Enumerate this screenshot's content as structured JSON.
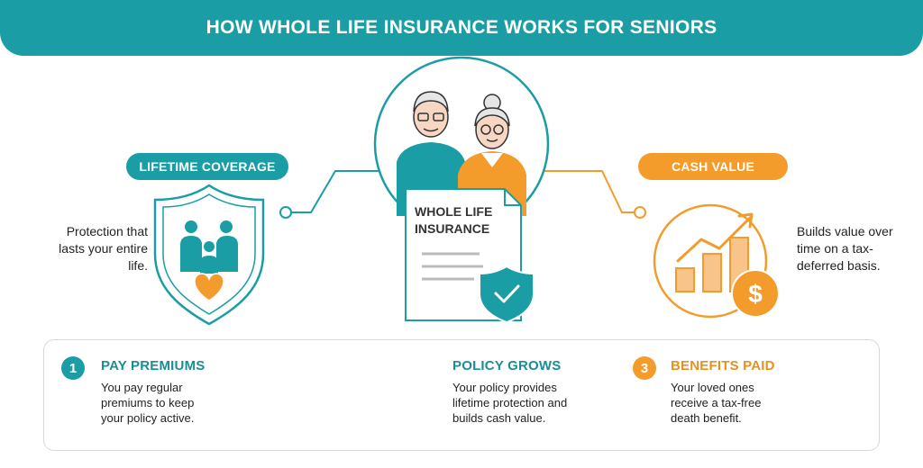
{
  "header": {
    "title": "HOW WHOLE LIFE INSURANCE WORKS FOR SENIORS"
  },
  "lifetime_coverage": {
    "label": "LIFETIME COVERAGE",
    "description": "Protection that lasts your entire life.",
    "color": "#1a9da5"
  },
  "center": {
    "document_title": "WHOLE LIFE INSURANCE"
  },
  "cash_value": {
    "label": "CASH VALUE",
    "description": "Builds value over time on a tax-deferred basis.",
    "color": "#f39c2b"
  },
  "steps": [
    {
      "number": "1",
      "title": "PAY PREMIUMS",
      "description": "You pay regular premiums to keep your policy active.",
      "icon": "dollar-hand-icon"
    },
    {
      "number": "",
      "title": "POLICY GROWS",
      "description": "Your policy provides lifetime protection and builds cash value.",
      "icon": "policy-shield-icon"
    },
    {
      "number": "3",
      "title": "BENEFITS PAID",
      "description": "Your loved ones receive a tax-free death benefit.",
      "icon": "heart-hands-icon"
    }
  ]
}
